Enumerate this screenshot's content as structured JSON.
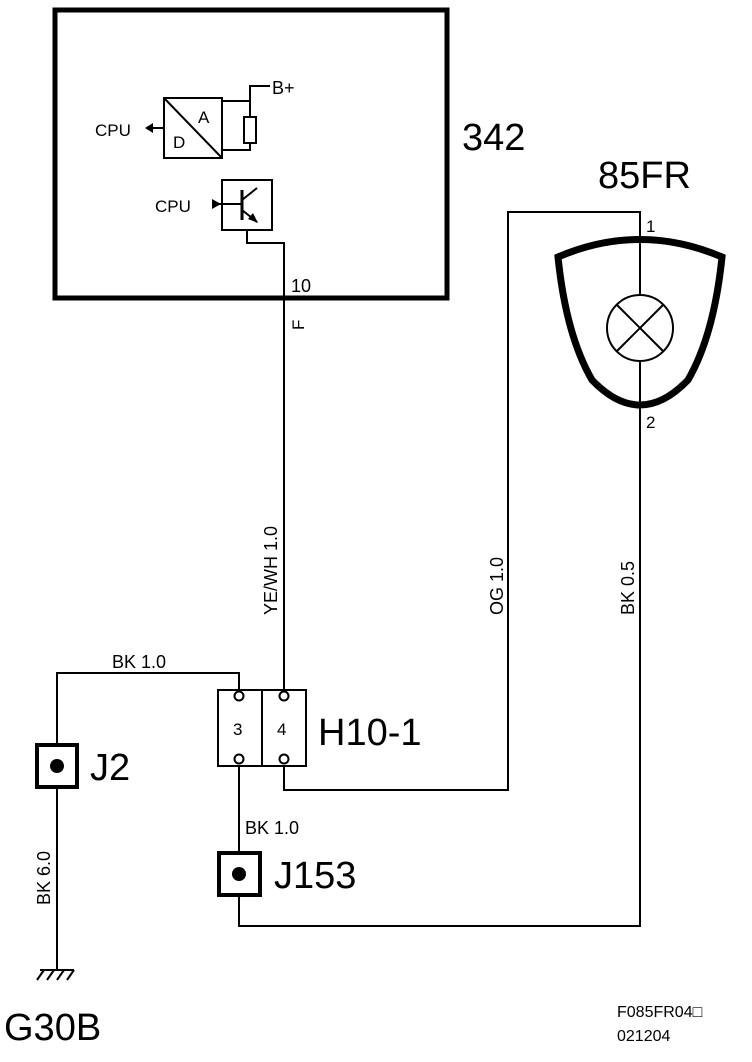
{
  "module": {
    "id": "342",
    "supply": "B+",
    "cpu_out": "CPU",
    "cpu_in": "CPU",
    "ad_a": "A",
    "ad_d": "D",
    "pin": "10",
    "pin_func": "F"
  },
  "lamp": {
    "id": "85FR",
    "pin1": "1",
    "pin2": "2"
  },
  "connector": {
    "id": "H10-1",
    "pin3": "3",
    "pin4": "4"
  },
  "splices": {
    "j2": "J2",
    "j153": "J153"
  },
  "ground": {
    "id": "G30B"
  },
  "wires": {
    "ye_wh": "YE/WH  1.0",
    "og": "OG  1.0",
    "bk_lamp": "BK  0.5",
    "bk_top": "BK    1.0",
    "bk_j153": "BK 1.0",
    "bk_ground": "BK  6.0"
  },
  "figure": {
    "code": "F085FR04□",
    "date": "021204"
  }
}
